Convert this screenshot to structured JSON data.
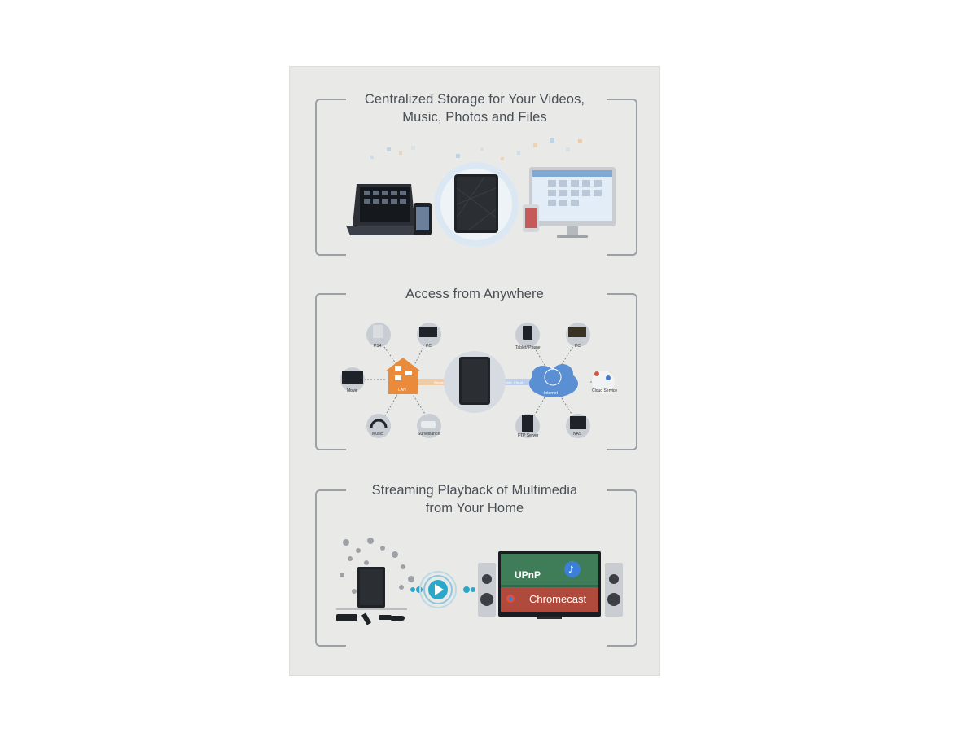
{
  "sections": [
    {
      "title_line1": "Centralized Storage for Your Videos,",
      "title_line2": "Music, Photos and Files"
    },
    {
      "title_line1": "Access from Anywhere",
      "labels": {
        "ps4": "PS4",
        "pc_left": "PC",
        "movie": "Movie",
        "lan": "LAN",
        "music": "Music",
        "surveillance": "Surveillance",
        "private_cloud": "Private Cloud",
        "public_cloud": "Public Cloud",
        "tablet_phone": "Tablet/ Phone",
        "pc_right": "PC",
        "internet": "Internet",
        "cloud_service": "Cloud Service",
        "ftp_server": "FTP Server",
        "nas": "NAS"
      }
    },
    {
      "title_line1": "Streaming Playback of Multimedia",
      "title_line2": "from Your Home",
      "tv": {
        "upnp": "UPnP",
        "chromecast": "Chromecast"
      }
    }
  ],
  "colors": {
    "panel": "#e9eae8",
    "frame": "#9aa0a6",
    "lan_orange": "#e98b3a",
    "internet_blue": "#5b8fd4",
    "stream_teal": "#2aa7c9"
  }
}
